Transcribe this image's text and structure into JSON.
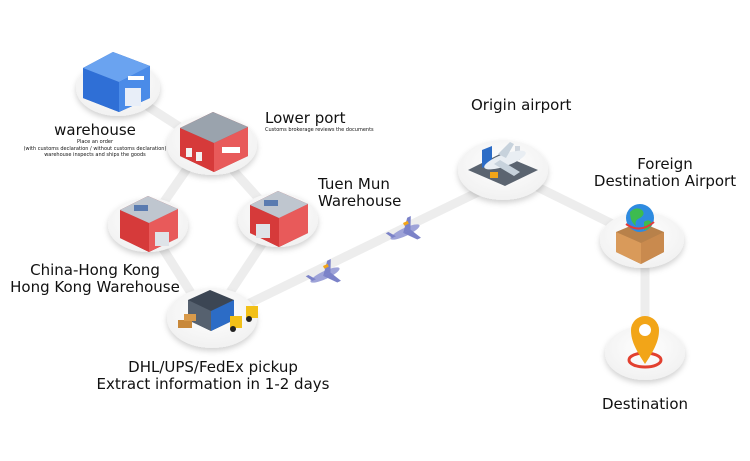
{
  "nodes": {
    "warehouse": {
      "title": "warehouse",
      "notes": [
        "Place an order",
        "(with customs declaration / without customs declaration)",
        "warehouse inspects and ships the goods"
      ]
    },
    "lower_port": {
      "title": "Lower port",
      "note": "Customs brokerage reviews the documents"
    },
    "tuen_mun": {
      "line1": "Tuen Mun",
      "line2": "Warehouse"
    },
    "china_hk": {
      "line1": "China-Hong Kong",
      "line2": "Hong Kong Warehouse"
    },
    "pickup": {
      "line1": "DHL/UPS/FedEx pickup",
      "line2": "Extract information in 1-2 days"
    },
    "origin_airport": {
      "title": "Origin airport"
    },
    "foreign_airport": {
      "line1": "Foreign",
      "line2": "Destination Airport"
    },
    "destination": {
      "title": "Destination"
    }
  },
  "colors": {
    "route": "#eeeeee",
    "warehouse_blue": "#2f6fd6",
    "warehouse_red": "#d63a3a",
    "pin": "#f2a518"
  }
}
